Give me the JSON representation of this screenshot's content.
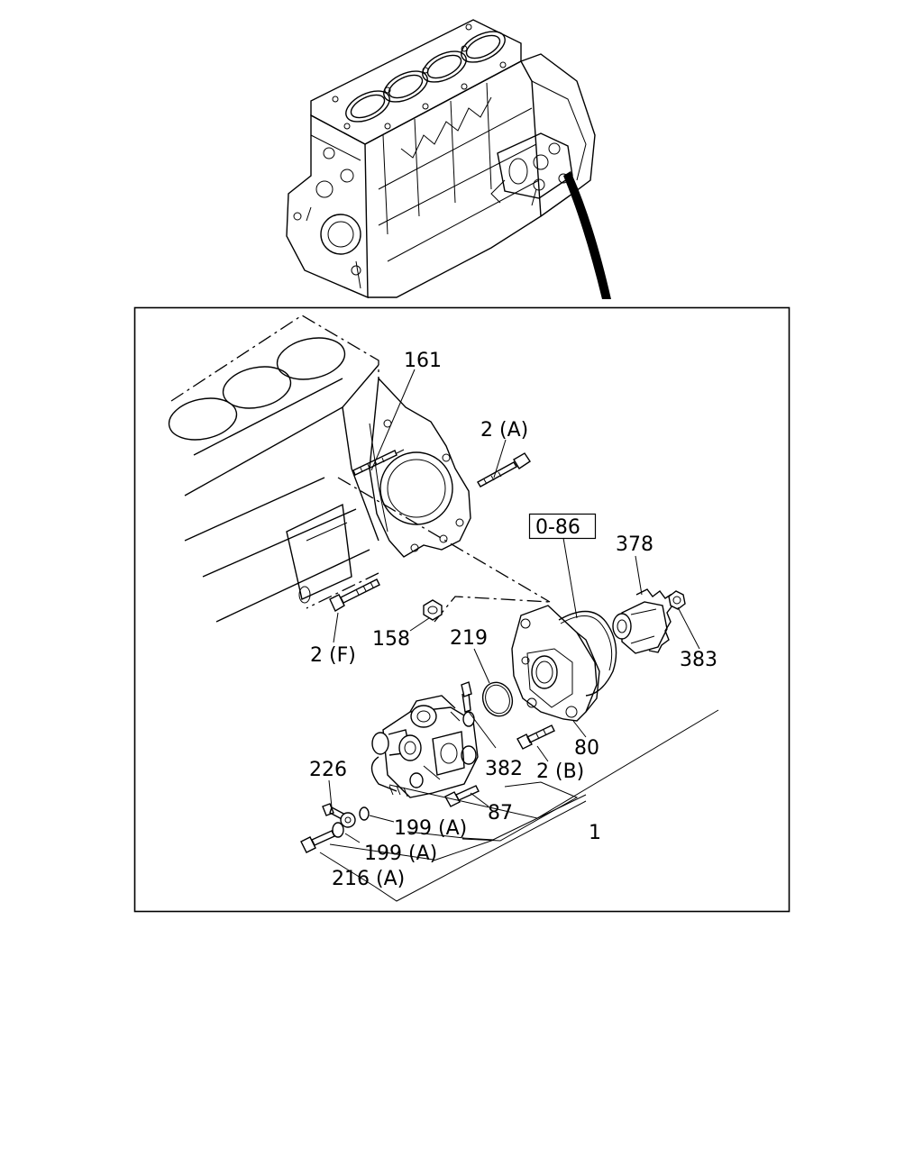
{
  "callouts": {
    "c161": "161",
    "c2a": "2 (A)",
    "c086": "0-86",
    "c378": "378",
    "c2f": "2 (F)",
    "c158": "158",
    "c219": "219",
    "c383": "383",
    "c80": "80",
    "c382": "382",
    "c2b": "2 (B)",
    "c226": "226",
    "c87": "87",
    "c199a1": "199 (A)",
    "c1": "1",
    "c199a2": "199 (A)",
    "c216a": "216 (A)"
  }
}
